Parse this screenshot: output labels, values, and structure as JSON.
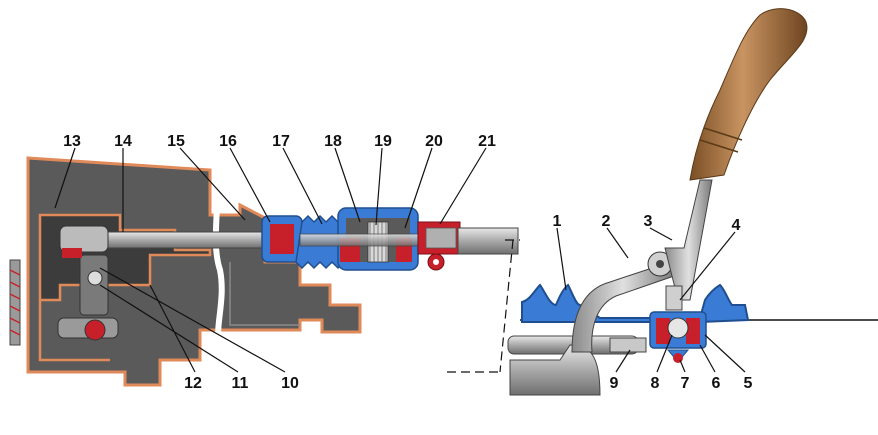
{
  "colors": {
    "housing": "#555555",
    "housing_dark": "#3a3a3a",
    "outline": "#e08a5a",
    "metal": "#a8a8a8",
    "metal_light": "#d9d9d9",
    "seal_blue": "#3a7bd5",
    "seal_red": "#c8202a",
    "handle": "#b07a45",
    "ink": "#111111"
  },
  "callouts": [
    {
      "id": "1",
      "text": "1"
    },
    {
      "id": "2",
      "text": "2"
    },
    {
      "id": "3",
      "text": "3"
    },
    {
      "id": "4",
      "text": "4"
    },
    {
      "id": "5",
      "text": "5"
    },
    {
      "id": "6",
      "text": "6"
    },
    {
      "id": "7",
      "text": "7"
    },
    {
      "id": "8",
      "text": "8"
    },
    {
      "id": "9",
      "text": "9"
    },
    {
      "id": "10",
      "text": "10"
    },
    {
      "id": "11",
      "text": "11"
    },
    {
      "id": "12",
      "text": "12"
    },
    {
      "id": "13",
      "text": "13"
    },
    {
      "id": "14",
      "text": "14"
    },
    {
      "id": "15",
      "text": "15"
    },
    {
      "id": "16",
      "text": "16"
    },
    {
      "id": "17",
      "text": "17"
    },
    {
      "id": "18",
      "text": "18"
    },
    {
      "id": "19",
      "text": "19"
    },
    {
      "id": "20",
      "text": "20"
    },
    {
      "id": "21",
      "text": "21"
    }
  ]
}
